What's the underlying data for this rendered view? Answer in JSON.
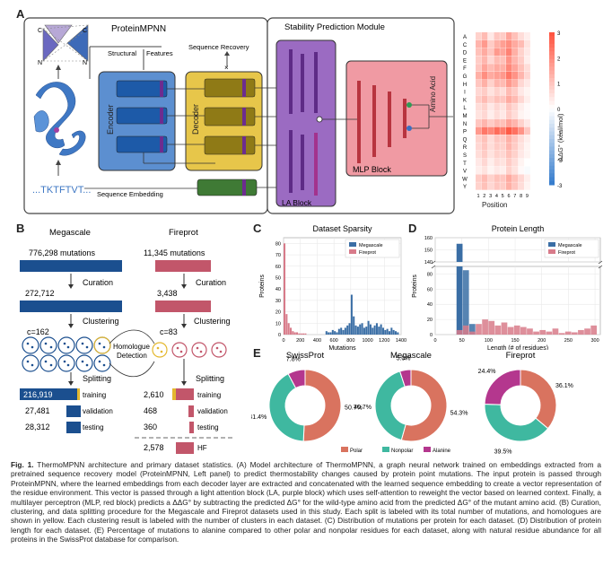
{
  "panelA": {
    "letter": "A",
    "proteinmpnn_title": "ProteinMPNN",
    "stability_title": "Stability Prediction Module",
    "structural": "Structural",
    "features": "Features",
    "sequence_recovery": "Sequence Recovery",
    "encoder": "Encoder",
    "decoder": "Decoder",
    "la_block": "LA Block",
    "mlp_block": "MLP Block",
    "sequence_text": "...TKTFTVT...",
    "sequence_embedding": "Sequence Embedding",
    "node_labels": [
      "C",
      "C",
      "N",
      "N"
    ],
    "heatmap": {
      "ylabel": "Amino Acid",
      "xlabel": "Position",
      "rows": [
        "A",
        "C",
        "D",
        "E",
        "F",
        "G",
        "H",
        "I",
        "K",
        "L",
        "M",
        "N",
        "P",
        "Q",
        "R",
        "S",
        "T",
        "V",
        "W",
        "Y"
      ],
      "cols": [
        "1",
        "2",
        "3",
        "4",
        "5",
        "6",
        "7",
        "8",
        "9"
      ],
      "colorbar_label": "ΔΔG° (kcal/mol)",
      "colorbar_ticks": [
        "3",
        "2",
        "1",
        "0",
        "-1",
        "-2",
        "-3"
      ],
      "matrix": [
        [
          0.8,
          1.2,
          0.4,
          1.0,
          0.9,
          1.6,
          1.1,
          0.6,
          0.3
        ],
        [
          1.3,
          1.8,
          0.9,
          1.4,
          1.7,
          2.0,
          1.5,
          1.2,
          0.5
        ],
        [
          1.1,
          1.5,
          1.0,
          1.8,
          1.6,
          2.2,
          1.4,
          0.8,
          0.4
        ],
        [
          0.9,
          1.3,
          0.7,
          1.2,
          1.1,
          1.9,
          1.3,
          0.9,
          0.3
        ],
        [
          1.0,
          1.6,
          1.2,
          1.5,
          1.4,
          2.1,
          1.6,
          1.1,
          0.6
        ],
        [
          1.4,
          2.0,
          1.5,
          1.7,
          1.8,
          2.4,
          1.9,
          1.3,
          0.7
        ],
        [
          1.0,
          1.4,
          0.8,
          1.3,
          1.2,
          1.8,
          1.4,
          0.7,
          0.4
        ],
        [
          0.7,
          0.9,
          0.5,
          0.8,
          0.6,
          1.2,
          0.9,
          0.4,
          0.2
        ],
        [
          0.9,
          1.2,
          0.8,
          1.1,
          1.0,
          1.5,
          1.2,
          0.7,
          0.3
        ],
        [
          0.6,
          0.8,
          0.4,
          0.7,
          0.5,
          1.0,
          0.7,
          0.3,
          0.1
        ],
        [
          0.5,
          0.7,
          0.3,
          0.6,
          0.4,
          0.9,
          0.6,
          0.2,
          0.1
        ],
        [
          1.0,
          1.3,
          0.9,
          1.2,
          1.1,
          1.6,
          1.3,
          0.8,
          0.4
        ],
        [
          1.8,
          2.4,
          2.1,
          2.6,
          2.3,
          2.9,
          2.5,
          1.9,
          1.0
        ],
        [
          0.8,
          1.1,
          0.6,
          1.0,
          0.9,
          1.4,
          1.0,
          0.6,
          0.3
        ],
        [
          0.7,
          1.0,
          0.6,
          0.9,
          0.8,
          1.3,
          0.9,
          0.5,
          0.2
        ],
        [
          0.6,
          0.9,
          0.5,
          0.8,
          0.7,
          1.1,
          0.8,
          0.4,
          0.2
        ],
        [
          0.4,
          0.7,
          0.3,
          0.6,
          0.5,
          0.9,
          0.6,
          0.2,
          0.0
        ],
        [
          0.3,
          0.5,
          0.2,
          0.4,
          0.3,
          0.8,
          0.5,
          0.1,
          -0.1
        ],
        [
          0.9,
          1.2,
          0.8,
          1.1,
          1.0,
          1.5,
          1.1,
          0.7,
          0.3
        ],
        [
          0.8,
          1.1,
          0.7,
          1.0,
          0.9,
          1.4,
          1.0,
          0.6,
          0.2
        ]
      ]
    }
  },
  "panelB": {
    "letter": "B",
    "megascale_title": "Megascale",
    "fireprot_title": "Fireprot",
    "mega_mutations": "776,298 mutations",
    "fire_mutations": "11,345 mutations",
    "curation": "Curation",
    "mega_curated": "272,712",
    "fire_curated": "3,438",
    "clustering": "Clustering",
    "mega_c": "c=162",
    "fire_c": "c=83",
    "homologue": "Homologue",
    "detection": "Detection",
    "splitting": "Splitting",
    "mega_splits": [
      {
        "count": "216,919",
        "label": "training",
        "value": 216919
      },
      {
        "count": "27,481",
        "label": "validation",
        "value": 27481
      },
      {
        "count": "28,312",
        "label": "testing",
        "value": 28312
      }
    ],
    "fire_splits": [
      {
        "count": "2,610",
        "label": "training",
        "value": 2610
      },
      {
        "count": "468",
        "label": "validation",
        "value": 468
      },
      {
        "count": "360",
        "label": "testing",
        "value": 360
      }
    ],
    "fire_hf": {
      "count": "2,578",
      "label": "HF",
      "value": 2578
    }
  },
  "panelC": {
    "letter": "C",
    "chart_data": {
      "type": "bar",
      "title": "Dataset Sparsity",
      "xlabel": "Mutations",
      "ylabel": "Proteins",
      "xlim": [
        0,
        1400
      ],
      "ylim": [
        0,
        85
      ],
      "xticks": [
        "0",
        "200",
        "400",
        "600",
        "800",
        "1000",
        "1200",
        "1400"
      ],
      "yticks": [
        "0",
        "10",
        "20",
        "30",
        "40",
        "50",
        "60",
        "70",
        "80"
      ],
      "legend": "top-right",
      "series": [
        {
          "name": "Megascale",
          "color": "#3a6ea5",
          "bin_width": 25,
          "x": [
            500,
            525,
            550,
            575,
            600,
            625,
            650,
            675,
            700,
            725,
            750,
            775,
            800,
            825,
            850,
            875,
            900,
            925,
            950,
            975,
            1000,
            1025,
            1050,
            1075,
            1100,
            1125,
            1150,
            1175,
            1200,
            1225,
            1250,
            1275,
            1300,
            1325,
            1350
          ],
          "values": [
            3,
            2,
            2,
            4,
            3,
            2,
            5,
            6,
            4,
            6,
            8,
            10,
            35,
            16,
            8,
            7,
            9,
            10,
            6,
            7,
            12,
            9,
            6,
            8,
            10,
            7,
            9,
            6,
            4,
            5,
            3,
            6,
            4,
            3,
            2
          ]
        },
        {
          "name": "Fireprot",
          "color": "#d87b8a",
          "bin_width": 25,
          "x": [
            0,
            25,
            50,
            75,
            100,
            125,
            150,
            175,
            200,
            225,
            250
          ],
          "values": [
            80,
            18,
            10,
            6,
            3,
            2,
            2,
            1,
            1,
            1,
            1
          ]
        }
      ]
    }
  },
  "panelD": {
    "letter": "D",
    "chart_data": {
      "type": "bar",
      "title": "Protein Length",
      "xlabel": "Length (# of residues)",
      "ylabel": "Proteins",
      "xlim": [
        0,
        310
      ],
      "yticks_bottom": [
        "0",
        "20",
        "40",
        "60",
        "80"
      ],
      "yticks_top": [
        "140",
        "150",
        "160"
      ],
      "xticks": [
        "0",
        "50",
        "100",
        "150",
        "200",
        "250",
        "300"
      ],
      "legend": "top-right",
      "series": [
        {
          "name": "Megascale",
          "color": "#3a6ea5",
          "bin_width": 12,
          "x": [
            40,
            52,
            64
          ],
          "values": [
            155,
            85,
            14
          ]
        },
        {
          "name": "Fireprot",
          "color": "#d87b8a",
          "bin_width": 12,
          "x": [
            40,
            52,
            64,
            76,
            88,
            100,
            112,
            124,
            136,
            148,
            160,
            172,
            184,
            196,
            208,
            220,
            232,
            244,
            256,
            268,
            280,
            292
          ],
          "values": [
            6,
            12,
            4,
            14,
            20,
            18,
            12,
            16,
            10,
            12,
            10,
            8,
            4,
            6,
            4,
            8,
            2,
            4,
            3,
            6,
            8,
            12
          ]
        }
      ]
    }
  },
  "panelE": {
    "letter": "E",
    "chart_data": [
      {
        "type": "pie",
        "title": "SwissProt",
        "labels": [
          "Polar",
          "Nonpolar",
          "Alanine"
        ],
        "values": [
          50.7,
          41.4,
          7.8
        ],
        "value_labels": [
          "50.7%",
          "41.4%",
          "7.8%"
        ]
      },
      {
        "type": "pie",
        "title": "Megascale",
        "labels": [
          "Polar",
          "Nonpolar",
          "Alanine"
        ],
        "values": [
          54.3,
          40.7,
          5.0
        ],
        "value_labels": [
          "54.3%",
          "40.7%",
          "5.0%"
        ]
      },
      {
        "type": "pie",
        "title": "Fireprot",
        "labels": [
          "Polar",
          "Nonpolar",
          "Alanine"
        ],
        "values": [
          36.1,
          39.5,
          24.4
        ],
        "value_labels": [
          "36.1%",
          "39.5%",
          "24.4%"
        ]
      }
    ],
    "colors": {
      "Polar": "#d9735f",
      "Nonpolar": "#3fb8a0",
      "Alanine": "#b4378e"
    },
    "legend": [
      "Polar",
      "Nonpolar",
      "Alanine"
    ]
  },
  "caption": {
    "lead": "Fig. 1.",
    "text": "ThermoMPNN architecture and primary dataset statistics. (A) Model architecture of ThermoMPNN, a graph neural network trained on embeddings extracted from a pretrained sequence recovery model (ProteinMPNN, Left panel) to predict thermostability changes caused by protein point mutations. The input protein is passed through ProteinMPNN, where the learned embeddings from each decoder layer are extracted and concatenated with the learned sequence embedding to create a vector representation of the residue environment. This vector is passed through a light attention block (LA, purple block) which uses self-attention to reweight the vector based on learned context. Finally, a multilayer perceptron (MLP, red block) predicts a ΔΔG° by subtracting the predicted ΔG° for the wild-type amino acid from the predicted ΔG° of the mutant amino acid. (B) Curation, clustering, and data splitting procedure for the Megascale and Fireprot datasets used in this study. Each split is labeled with its total number of mutations, and homologues are shown in yellow. Each clustering result is labeled with the number of clusters in each dataset. (C) Distribution of mutations per protein for each dataset. (D) Distribution of protein length for each dataset. (E) Percentage of mutations to alanine compared to other polar and nonpolar residues for each dataset, along with natural residue abundance for all proteins in the SwissProt database for comparison."
  }
}
